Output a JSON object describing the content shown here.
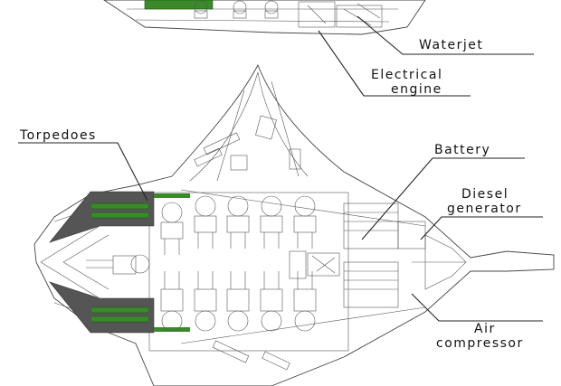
{
  "labels": {
    "waterjet": "Waterjet",
    "electrical_engine_1": "Electrical",
    "electrical_engine_2": "engine",
    "torpedoes": "Torpedoes",
    "battery": "Battery",
    "diesel_generator_1": "Diesel",
    "diesel_generator_2": "generator",
    "air_compressor_1": "Air",
    "air_compressor_2": "compressor"
  },
  "colors": {
    "line": "#222222",
    "torpedo_green": "#3a8a2a",
    "hull_gray": "#555555",
    "background": "#ffffff"
  }
}
